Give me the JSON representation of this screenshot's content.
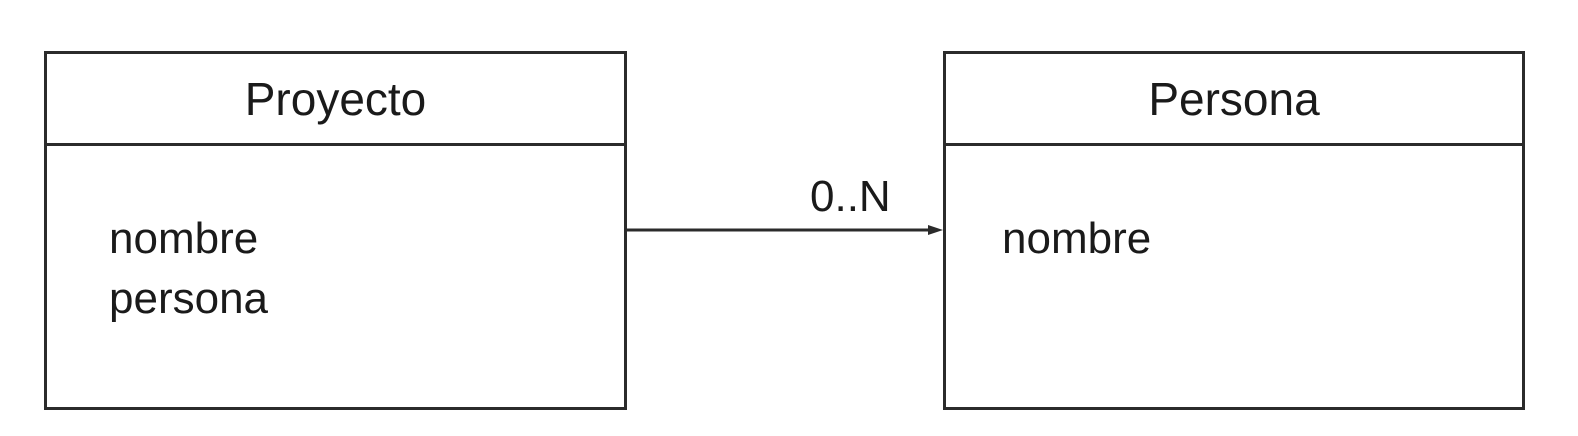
{
  "diagram": {
    "classes": [
      {
        "id": "proyecto",
        "name": "Proyecto",
        "attributes": [
          "nombre",
          "persona"
        ]
      },
      {
        "id": "persona",
        "name": "Persona",
        "attributes": [
          "nombre"
        ]
      }
    ],
    "association": {
      "from": "Proyecto",
      "to": "Persona",
      "multiplicity": "0..N",
      "arrow": "open-arrowhead"
    },
    "colors": {
      "line": "#2b2b2b",
      "background": "#ffffff",
      "text": "#1a1a1a"
    }
  }
}
